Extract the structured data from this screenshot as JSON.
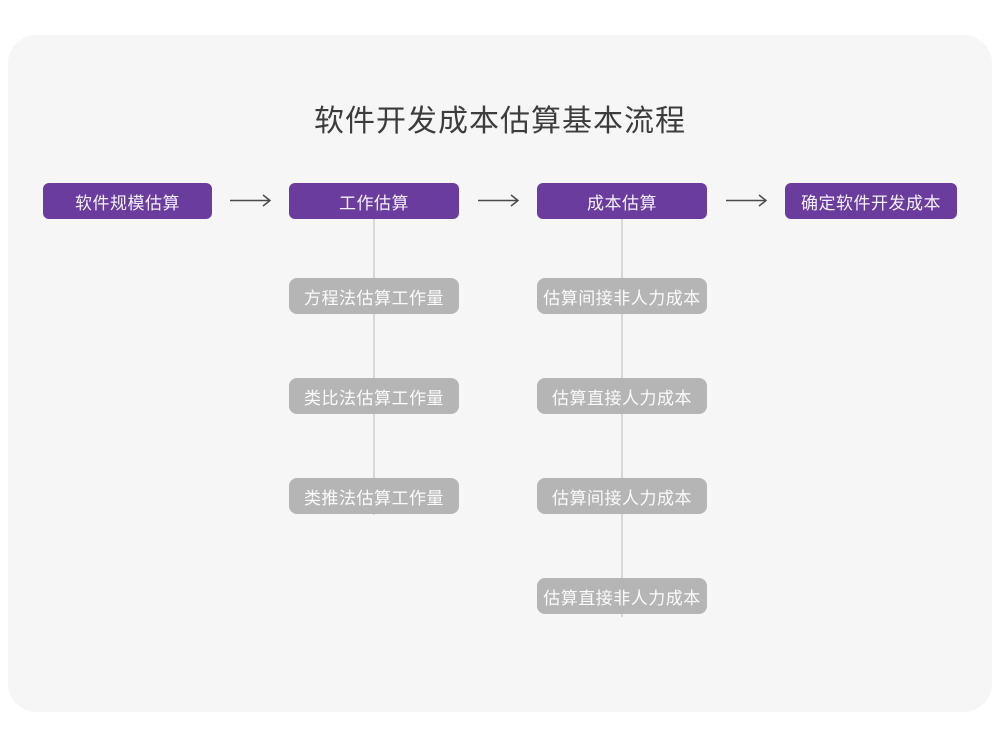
{
  "title": "软件开发成本估算基本流程",
  "colors": {
    "primary_node": "#6a3c9e",
    "sub_node": "#b5b5b5",
    "connector_line": "#d9d9d9",
    "arrow": "#4a4a4a",
    "card_background": "#f6f6f7",
    "page_background": "#ffffff",
    "title_text": "#3c3c3c",
    "node_text": "#fbfbfb"
  },
  "main_flow": [
    {
      "label": "软件规模估算"
    },
    {
      "label": "工作估算"
    },
    {
      "label": "成本估算"
    },
    {
      "label": "确定软件开发成本"
    }
  ],
  "sub_flows": {
    "work_estimation": [
      "方程法估算工作量",
      "类比法估算工作量",
      "类推法估算工作量"
    ],
    "cost_estimation": [
      "估算间接非人力成本",
      "估算直接人力成本",
      "估算间接人力成本",
      "估算直接非人力成本"
    ]
  }
}
